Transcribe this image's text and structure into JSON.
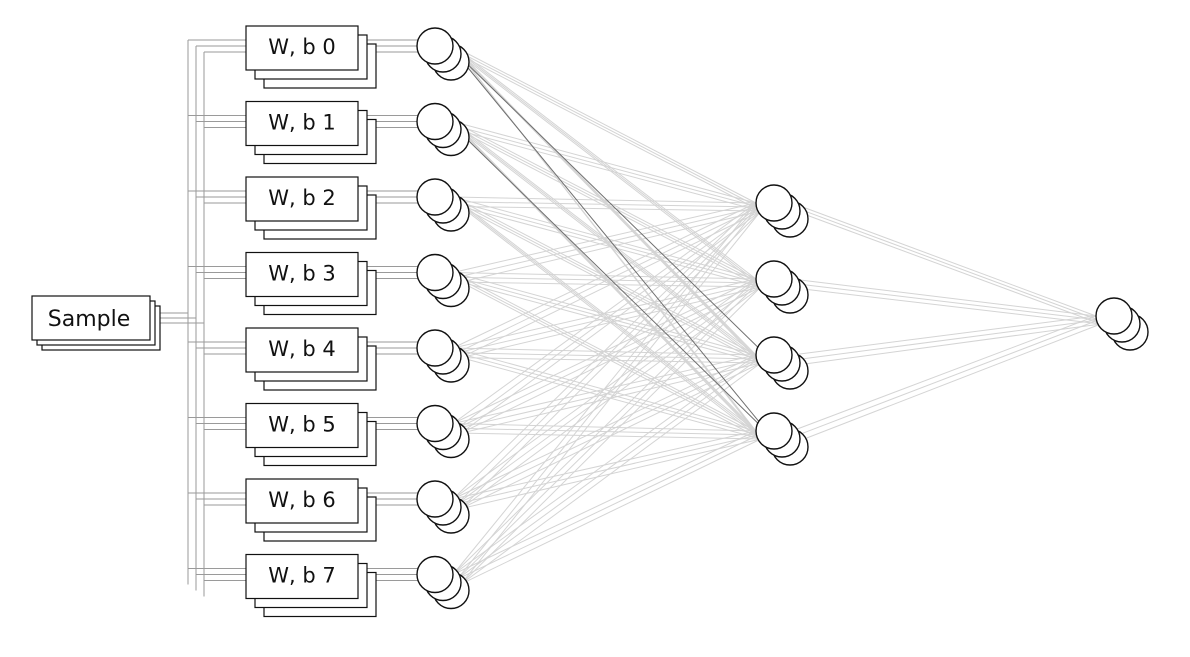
{
  "sample": {
    "label": "Sample"
  },
  "weight_blocks": [
    {
      "label": "W, b 0"
    },
    {
      "label": "W, b 1"
    },
    {
      "label": "W, b 2"
    },
    {
      "label": "W, b 3"
    },
    {
      "label": "W, b 4"
    },
    {
      "label": "W, b 5"
    },
    {
      "label": "W, b 6"
    },
    {
      "label": "W, b 7"
    }
  ],
  "layers": {
    "hidden1": 8,
    "hidden2": 4,
    "output": 1
  },
  "highlighted_connections": [
    [
      0,
      3
    ],
    [
      1,
      3
    ],
    [
      0,
      2
    ]
  ],
  "colors": {
    "stroke": "#111111",
    "connection": "#d4d4d4",
    "highlight": "#6e6e6e",
    "bus": "#9a9a9a"
  }
}
